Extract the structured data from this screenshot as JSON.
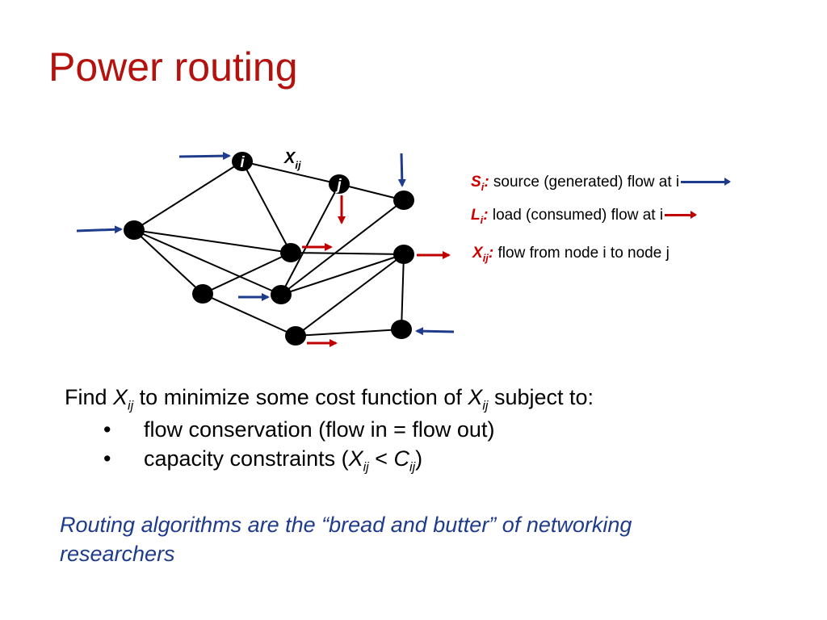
{
  "slide": {
    "title": "Power routing"
  },
  "diagram": {
    "node_i_label": "i",
    "node_j_label": "j",
    "edge_label_main": "X",
    "edge_label_sub": "ij",
    "colors": {
      "source_arrow": "#1f3c8c",
      "load_arrow": "#c00000",
      "node": "#000000",
      "edge": "#000000"
    }
  },
  "legend": {
    "items": [
      {
        "symbol": "S",
        "sub": "i",
        "colon": ":",
        "text": "source (generated) flow at i",
        "arrow": "source"
      },
      {
        "symbol": "L",
        "sub": "i",
        "colon": ":",
        "text": "load (consumed) flow at i",
        "arrow": "load"
      },
      {
        "symbol": "X",
        "sub": "ij",
        "colon": ":",
        "text": "flow from node i to node j",
        "arrow": "none"
      }
    ]
  },
  "problem": {
    "intro_find": "Find ",
    "var": "X",
    "var_sub": "ij",
    "intro_mid": "to minimize some cost function of ",
    "intro_end": " subject to:",
    "bullet_char": "•",
    "bullet1": "flow conservation (flow in = flow out)",
    "bullet2_pre": "capacity constraints (",
    "bullet2_lt": " < ",
    "cap_var": "C",
    "cap_sub": "ij",
    "bullet2_post": ")"
  },
  "note": {
    "text": "Routing algorithms are the “bread and butter” of networking researchers"
  }
}
